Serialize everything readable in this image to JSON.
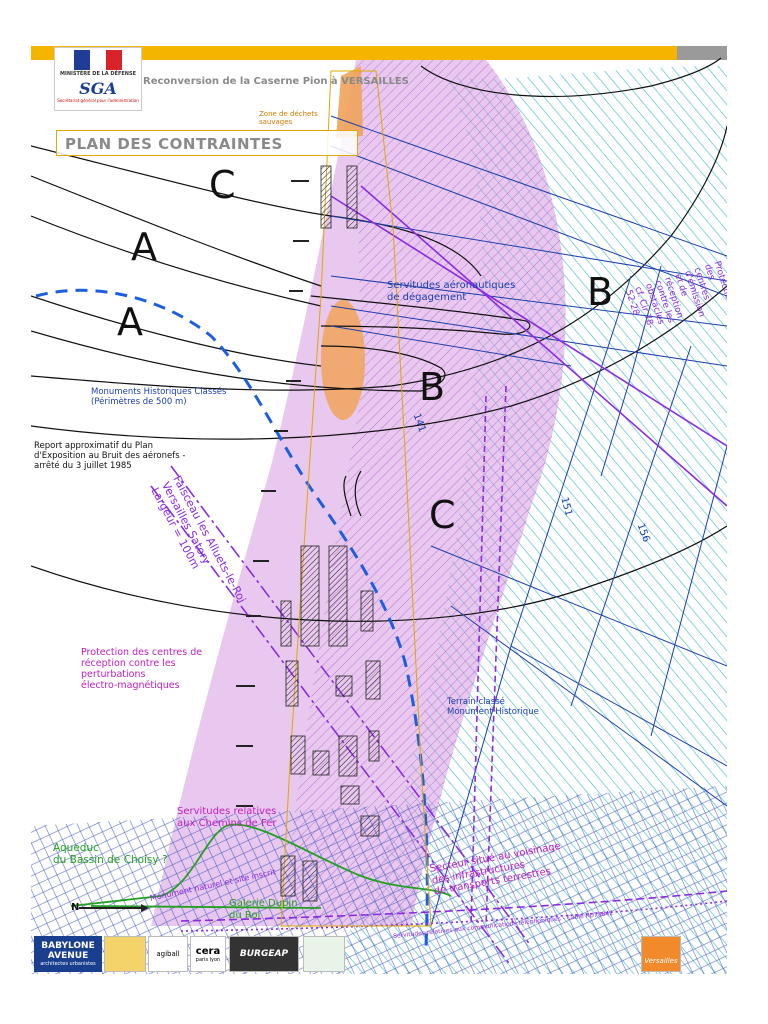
{
  "header": {
    "ministere": "MINISTÈRE DE LA DÉFENSE",
    "sga": "SGA",
    "sga_sub": "Secrétariat général pour l'administration",
    "title": "Reconversion de la Caserne Pion à VERSAILLES",
    "plan_title": "PLAN DES CONTRAINTES"
  },
  "zones": {
    "a1": "A",
    "a2": "A",
    "b1": "B",
    "b2": "B",
    "c1": "C",
    "c2": "C"
  },
  "labels": {
    "zone_dechets": "Zone de déchets sauvages",
    "servitudes_aero": "Servitudes aéronautiques\nde dégagement",
    "monuments": "Monuments Historiques Classés\n(Périmètres de 500 m)",
    "report_peb": "Report approximatif du Plan\nd'Exposition au Bruit des aéronefs -\narrêté du 3 juillet 1985",
    "faisceau": "Faisceau les Alluets-le-Roi\nVersailles Satory\nLargeur = 100m",
    "protection_em": "Protection des centres de\nréception contre les\nperturbations\nélectro-magnétiques",
    "terrain_classe": "Terrain classé\nMonument Historique",
    "protection_obstacles": "Protection des centres\nd'émission et de réception\ncontre les obstacles\ncf. Cir 78-52-28",
    "servitudes_fer": "Servitudes relatives\naux Chemins de Fer",
    "aqueduc": "Aqueduc\ndu Bassin de Choisy ?",
    "monument_naturel": "Monument naturel et site inscrit",
    "galerie": "Galerie Dupin\ndu Roi",
    "secteur_transports": "Secteur situé au voisinage\ndes infrastructures\nde transports terrestres",
    "servitudes_telecom": "Servitudes relatives aux communications téléphoniques - Cable RU78842",
    "n_label": "N",
    "contour_151": "151",
    "contour_156": "156",
    "contour_141": "141"
  },
  "footer_logos": {
    "babylone_1": "BABYLONE",
    "babylone_2": "AVENUE",
    "babylone_3": "architectes urbanistes",
    "agiball": "agiball",
    "cera": "cera",
    "cera_sub": "paris lyon",
    "burgeap": "BURGEAP",
    "versailles": "Versailles"
  },
  "colors": {
    "top_bar": "#f5b400",
    "pink_zone": "#d59be0",
    "cyan_hatch": "#39b6c8",
    "blue_lines": "#1b3fae",
    "purple_lines": "#8a2be2",
    "orange_zone": "#f0a35a",
    "green_line": "#22a022",
    "buildings": "#3a3a3a"
  },
  "icons": [
    "flag-icon",
    "north-arrow-icon"
  ]
}
